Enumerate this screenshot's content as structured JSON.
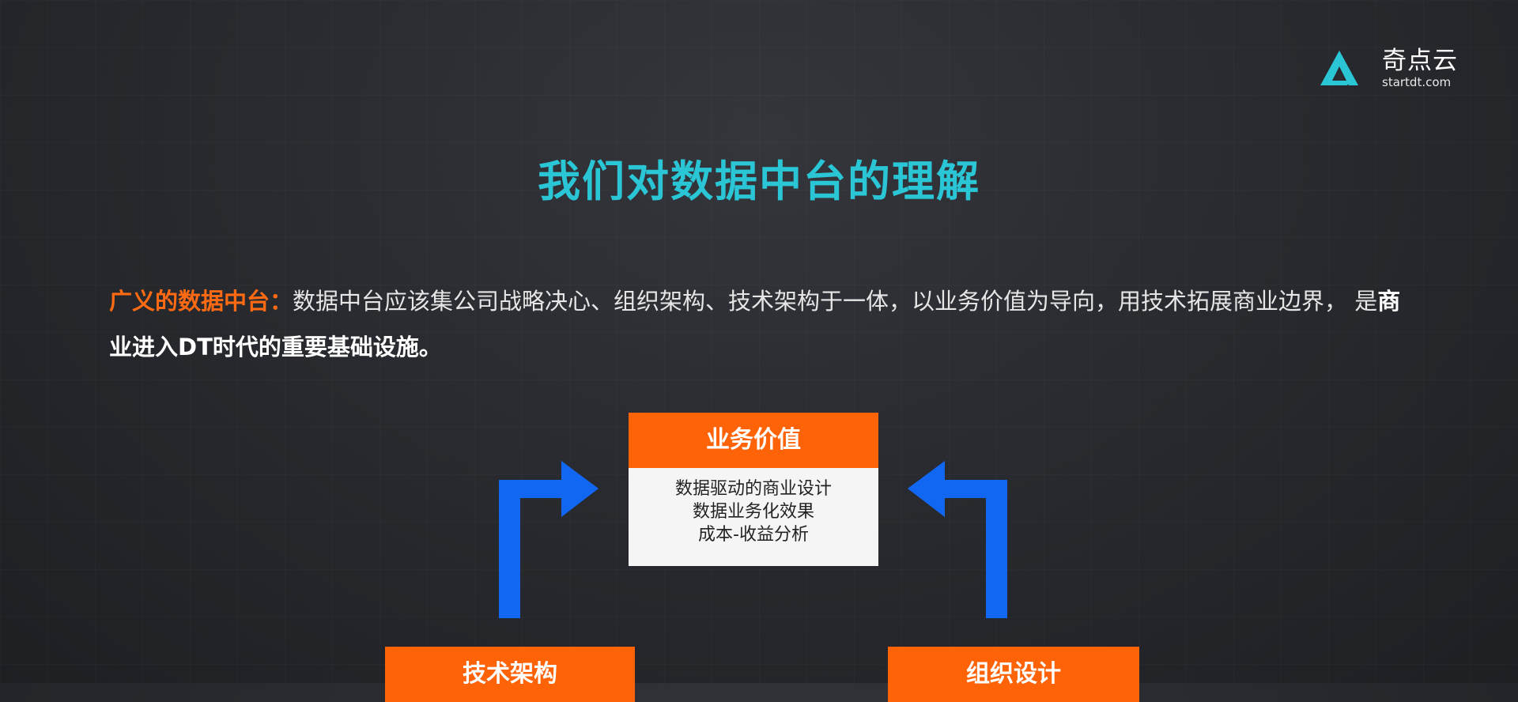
{
  "logo": {
    "name": "奇点云",
    "url": "startdt.com"
  },
  "title": "我们对数据中台的理解",
  "definition": {
    "term": "广义的数据中台：",
    "body": "数据中台应该集公司战略决心、组织架构、技术架构于一体，以业务价值为导向，用技术拓展商业边界， 是",
    "emphasis": "商业进入DT时代的重要基础设施。"
  },
  "diagram": {
    "top": {
      "title": "业务价值",
      "items": [
        "数据驱动的商业设计",
        "数据业务化效果",
        "成本-收益分析"
      ]
    },
    "bottom_left": {
      "title": "技术架构"
    },
    "bottom_right": {
      "title": "组织设计"
    }
  },
  "colors": {
    "title": "#2ac6d6",
    "accent": "#ff6308",
    "arrow": "#1167f2",
    "logo": "#2ac6d6"
  }
}
